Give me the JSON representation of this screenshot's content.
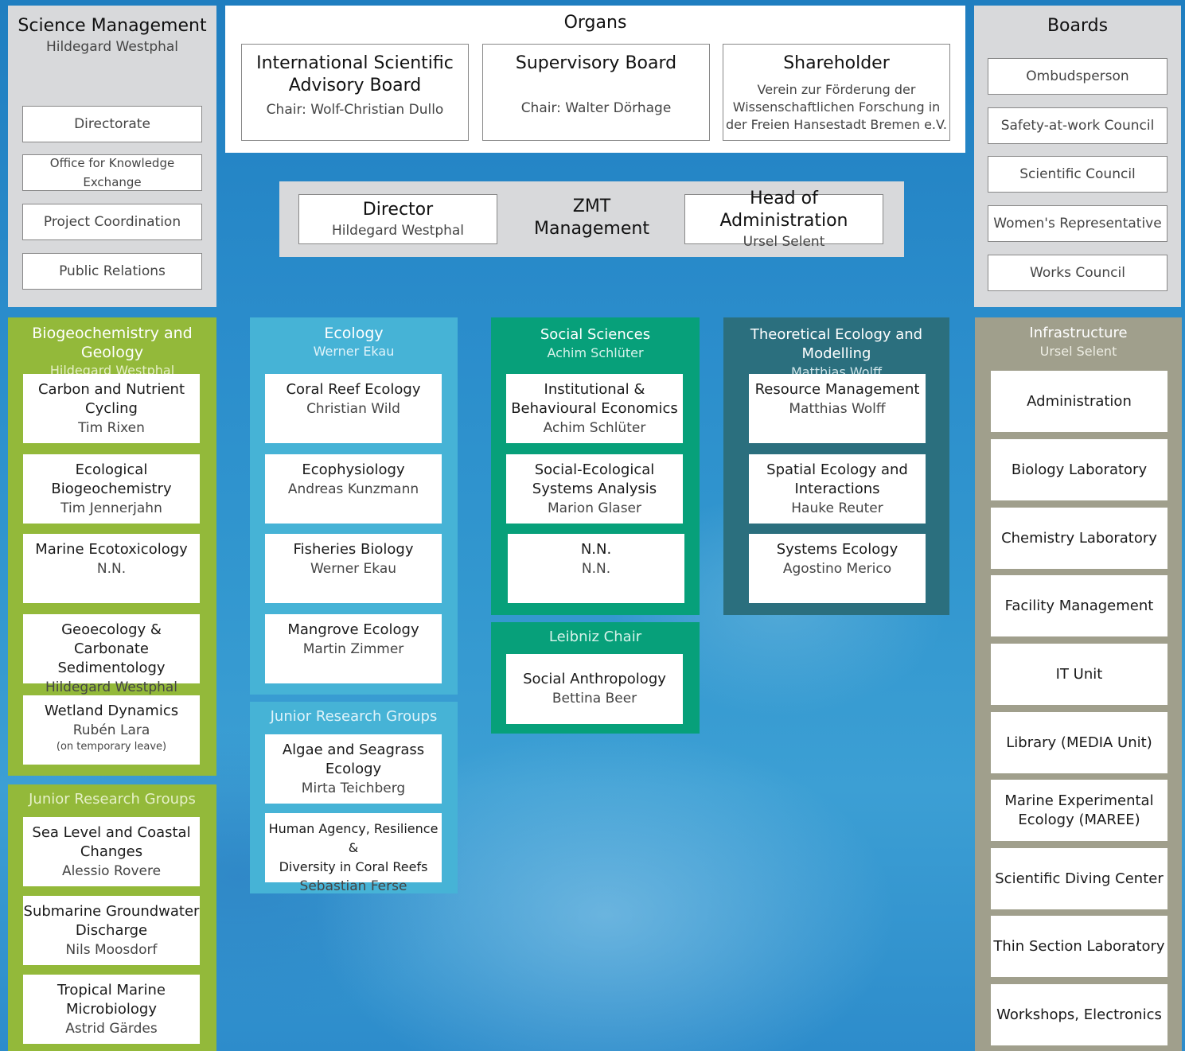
{
  "science_management": {
    "title": "Science Management",
    "person": "Hildegard Westphal",
    "items": [
      "Directorate",
      "Office for Knowledge Exchange",
      "Project Coordination",
      "Public Relations"
    ]
  },
  "organs": {
    "title": "Organs",
    "boxes": [
      {
        "title_line1": "International Scientific",
        "title_line2": "Advisory Board",
        "sub": "Chair: Wolf-Christian Dullo"
      },
      {
        "title_line1": "Supervisory Board",
        "sub": "Chair: Walter Dörhage"
      },
      {
        "title_line1": "Shareholder",
        "sub_line1": "Verein zur Förderung der",
        "sub_line2": "Wissenschaftlichen Forschung in",
        "sub_line3": "der Freien Hansestadt Bremen e.V."
      }
    ]
  },
  "boards": {
    "title": "Boards",
    "items": [
      "Ombudsperson",
      "Safety-at-work Council",
      "Scientific Council",
      "Women's Representative",
      "Works Council"
    ]
  },
  "management": {
    "center_line1": "ZMT",
    "center_line2": "Management",
    "director": {
      "title": "Director",
      "name": "Hildegard Westphal"
    },
    "admin": {
      "title": "Head of Administration",
      "name": "Ursel Selent"
    }
  },
  "bio_geo": {
    "title": "Biogeochemistry and Geology",
    "head": "Hildegard Westphal",
    "groups": [
      {
        "l1": "Carbon and Nutrient",
        "l2": "Cycling",
        "name": "Tim Rixen"
      },
      {
        "l1": "Ecological",
        "l2": "Biogeochemistry",
        "name": "Tim Jennerjahn"
      },
      {
        "l1": "Marine Ecotoxicology",
        "name": "N.N."
      },
      {
        "l1": "Geoecology & Carbonate",
        "l2": "Sedimentology",
        "name": "Hildegard Westphal"
      },
      {
        "l1": "Wetland Dynamics",
        "name": "Rubén Lara",
        "note": "(on temporary leave)"
      }
    ],
    "jrg_title": "Junior Research Groups",
    "jrg": [
      {
        "l1": "Sea Level and Coastal",
        "l2": "Changes",
        "name": "Alessio Rovere"
      },
      {
        "l1": "Submarine Groundwater",
        "l2": "Discharge",
        "name": "Nils Moosdorf"
      },
      {
        "l1": "Tropical Marine",
        "l2": "Microbiology",
        "name": "Astrid Gärdes"
      }
    ]
  },
  "ecology": {
    "title": "Ecology",
    "head": "Werner Ekau",
    "groups": [
      {
        "l1": "Coral Reef Ecology",
        "name": "Christian Wild"
      },
      {
        "l1": "Ecophysiology",
        "name": "Andreas Kunzmann"
      },
      {
        "l1": "Fisheries Biology",
        "name": "Werner Ekau"
      },
      {
        "l1": "Mangrove Ecology",
        "name": "Martin Zimmer"
      }
    ],
    "jrg_title": "Junior Research Groups",
    "jrg": [
      {
        "l1": "Algae and Seagrass",
        "l2": "Ecology",
        "name": "Mirta Teichberg"
      },
      {
        "l1": "Human Agency, Resilience &",
        "l2": "Diversity in Coral Reefs",
        "name": "Sebastian Ferse"
      }
    ]
  },
  "social": {
    "title": "Social Sciences",
    "head": "Achim Schlüter",
    "groups": [
      {
        "l1": "Institutional &",
        "l2": "Behavioural Economics",
        "name": "Achim Schlüter"
      },
      {
        "l1": "Social-Ecological",
        "l2": "Systems Analysis",
        "name": "Marion Glaser"
      },
      {
        "l1": "N.N.",
        "name": "N.N."
      }
    ],
    "leibniz_title": "Leibniz Chair",
    "leibniz": {
      "l1": "Social Anthropology",
      "name": "Bettina Beer"
    }
  },
  "theory": {
    "title": "Theoretical Ecology and Modelling",
    "head": "Matthias Wolff",
    "groups": [
      {
        "l1": "Resource Management",
        "name": "Matthias Wolff"
      },
      {
        "l1": "Spatial Ecology and",
        "l2": "Interactions",
        "name": "Hauke Reuter"
      },
      {
        "l1": "Systems Ecology",
        "name": "Agostino Merico"
      }
    ]
  },
  "infra": {
    "title": "Infrastructure",
    "head": "Ursel Selent",
    "items": [
      {
        "l1": "Administration"
      },
      {
        "l1": "Biology Laboratory"
      },
      {
        "l1": "Chemistry Laboratory"
      },
      {
        "l1": "Facility Management"
      },
      {
        "l1": "IT Unit"
      },
      {
        "l1": "Library (MEDIA Unit)"
      },
      {
        "l1": "Marine Experimental",
        "l2": "Ecology (MAREE)"
      },
      {
        "l1": "Scientific Diving Center"
      },
      {
        "l1": "Thin Section Laboratory"
      },
      {
        "l1": "Workshops, Electronics"
      }
    ]
  },
  "colors": {
    "green": "#93b93a",
    "ecology": "#46b3d6",
    "social": "#07a07a",
    "theory": "#2b6f7e",
    "infra": "#a09f8c",
    "grey": "#d8d9db"
  }
}
